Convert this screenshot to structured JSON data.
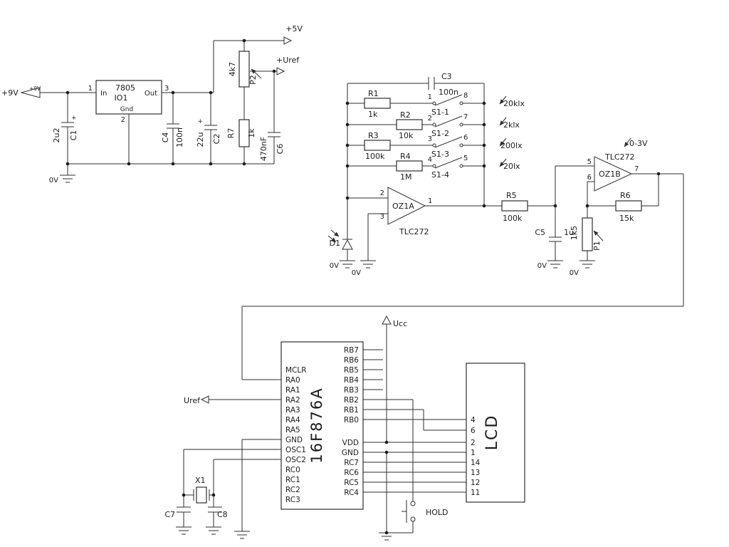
{
  "power": {
    "vin": "+9V",
    "vin_small": "+9V",
    "rail_5v": "+5V",
    "rail_uref": "+Uref",
    "gnd_0v": "0V",
    "regulator": {
      "part": "7805",
      "ref": "IO1",
      "pin_in": "In",
      "pin_out": "Out",
      "pin_gnd": "Gnd",
      "n1": "1",
      "n2": "2",
      "n3": "3"
    },
    "c1": {
      "ref": "C1",
      "value": "2u2",
      "polarity": "+"
    },
    "c4": {
      "ref": "C4",
      "value": "100n"
    },
    "c2": {
      "ref": "C2",
      "value": "22u",
      "polarity": "+"
    },
    "r7": {
      "ref": "R7",
      "value": "1k"
    },
    "p2": {
      "ref": "P2",
      "value": "4k7"
    },
    "c6": {
      "ref": "C6",
      "value": "470nF"
    }
  },
  "analog": {
    "gnd_0v": "0V",
    "c3": {
      "ref": "C3",
      "value": "100n"
    },
    "r1": {
      "ref": "R1",
      "value": "1k"
    },
    "r2": {
      "ref": "R2",
      "value": "10k"
    },
    "r3": {
      "ref": "R3",
      "value": "100k"
    },
    "r4": {
      "ref": "R4",
      "value": "1M"
    },
    "switches": [
      {
        "name": "S1-1",
        "pin_l": "1",
        "pin_r": "8",
        "range": "20klx"
      },
      {
        "name": "S1-2",
        "pin_l": "2",
        "pin_r": "7",
        "range": "2klx"
      },
      {
        "name": "S1-3",
        "pin_l": "3",
        "pin_r": "6",
        "range": "200lx"
      },
      {
        "name": "S1-4",
        "pin_l": "4",
        "pin_r": "5",
        "range": "20lx"
      }
    ],
    "opamp_a": {
      "ref": "OZ1A",
      "part": "TLC272",
      "pin_inv": "2",
      "pin_nin": "3",
      "pin_out": "1"
    },
    "d1": {
      "ref": "D1"
    },
    "r5": {
      "ref": "R5",
      "value": "100k"
    },
    "c5": {
      "ref": "C5",
      "value": "1u"
    },
    "p1": {
      "ref": "P1",
      "value": "1k5"
    },
    "r6": {
      "ref": "R6",
      "value": "15k"
    },
    "opamp_b": {
      "ref": "OZ1B",
      "part": "TLC272",
      "pin_nin": "5",
      "pin_inv": "6",
      "pin_out": "7"
    },
    "output_range": "0-3V"
  },
  "mcu": {
    "part": "16F876A",
    "ucc": "Ucc",
    "uref": "Uref",
    "left_pins": [
      "MCLR",
      "RA0",
      "RA1",
      "RA2",
      "RA3",
      "RA4",
      "RA5",
      "GND",
      "OSC1",
      "OSC2",
      "RC0",
      "RC1",
      "RC2",
      "RC3"
    ],
    "right_pins": [
      "RB7",
      "RB6",
      "RB5",
      "RB4",
      "RB3",
      "RB2",
      "RB1",
      "RB0",
      "VDD",
      "GND",
      "RC7",
      "RC6",
      "RC5",
      "RC4"
    ],
    "crystal": {
      "ref": "X1",
      "c7": "C7",
      "c8": "C8"
    },
    "hold_button": "HOLD"
  },
  "lcd": {
    "name": "LCD",
    "pins": [
      "4",
      "6",
      "2",
      "1",
      "14",
      "13",
      "12",
      "11"
    ]
  }
}
